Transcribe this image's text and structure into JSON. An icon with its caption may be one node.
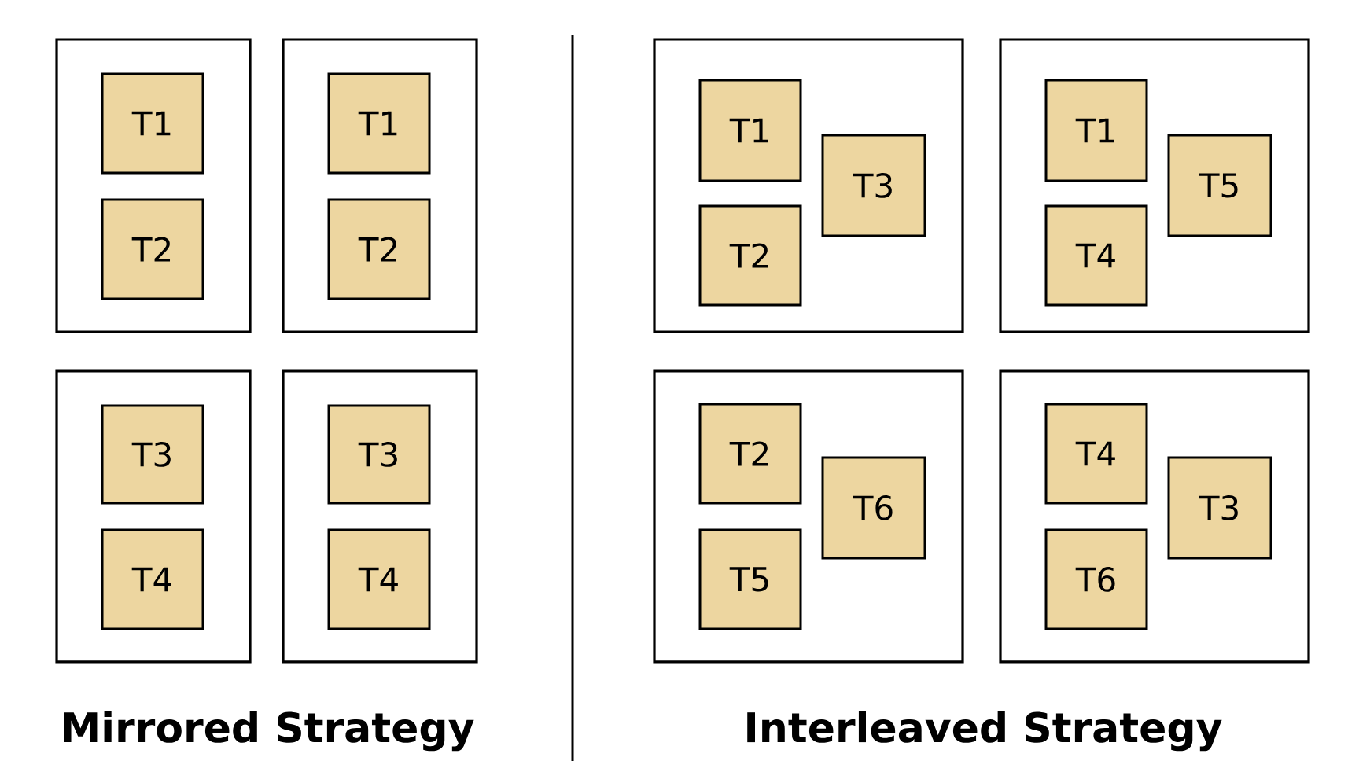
{
  "diagram": {
    "nodes": [
      {
        "text": [],
        "shape": "box"
      },
      {
        "text": [
          "T1"
        ],
        "in": 0
      },
      {
        "text": [
          "T2"
        ],
        "in": 0
      },
      {
        "text": [],
        "shape": "box"
      },
      {
        "text": [
          "T1"
        ],
        "in": 3
      },
      {
        "text": [
          "T2"
        ],
        "in": 3
      },
      {
        "text": [],
        "shape": "box"
      },
      {
        "text": [
          "T1"
        ],
        "in": 6
      },
      {
        "text": [
          "T2"
        ],
        "in": 6
      },
      {
        "text": [
          "T3"
        ],
        "in": 6
      },
      {
        "text": [],
        "shape": "box"
      },
      {
        "text": [
          "T1"
        ],
        "in": 10
      },
      {
        "text": [
          "T4"
        ],
        "in": 10
      },
      {
        "text": [
          "T5"
        ],
        "in": 10
      },
      {
        "text": [],
        "shape": "box"
      },
      {
        "text": [
          "T3"
        ],
        "in": 14
      },
      {
        "text": [
          "T4"
        ],
        "in": 14
      },
      {
        "text": [],
        "shape": "box"
      },
      {
        "text": [
          "T3"
        ],
        "in": 17
      },
      {
        "text": [
          "T4"
        ],
        "in": 17
      },
      {
        "text": [],
        "shape": "box"
      },
      {
        "text": [
          "T2"
        ],
        "in": 20
      },
      {
        "text": [
          "T5"
        ],
        "in": 20
      },
      {
        "text": [
          "T6"
        ],
        "in": 20
      },
      {
        "text": [],
        "shape": "box"
      },
      {
        "text": [
          "T4"
        ],
        "in": 24
      },
      {
        "text": [
          "T6"
        ],
        "in": 24
      },
      {
        "text": [
          "T3"
        ],
        "in": 24
      }
    ],
    "labels": [
      "Mirrored Strategy",
      "Interleaved Strategy"
    ]
  }
}
